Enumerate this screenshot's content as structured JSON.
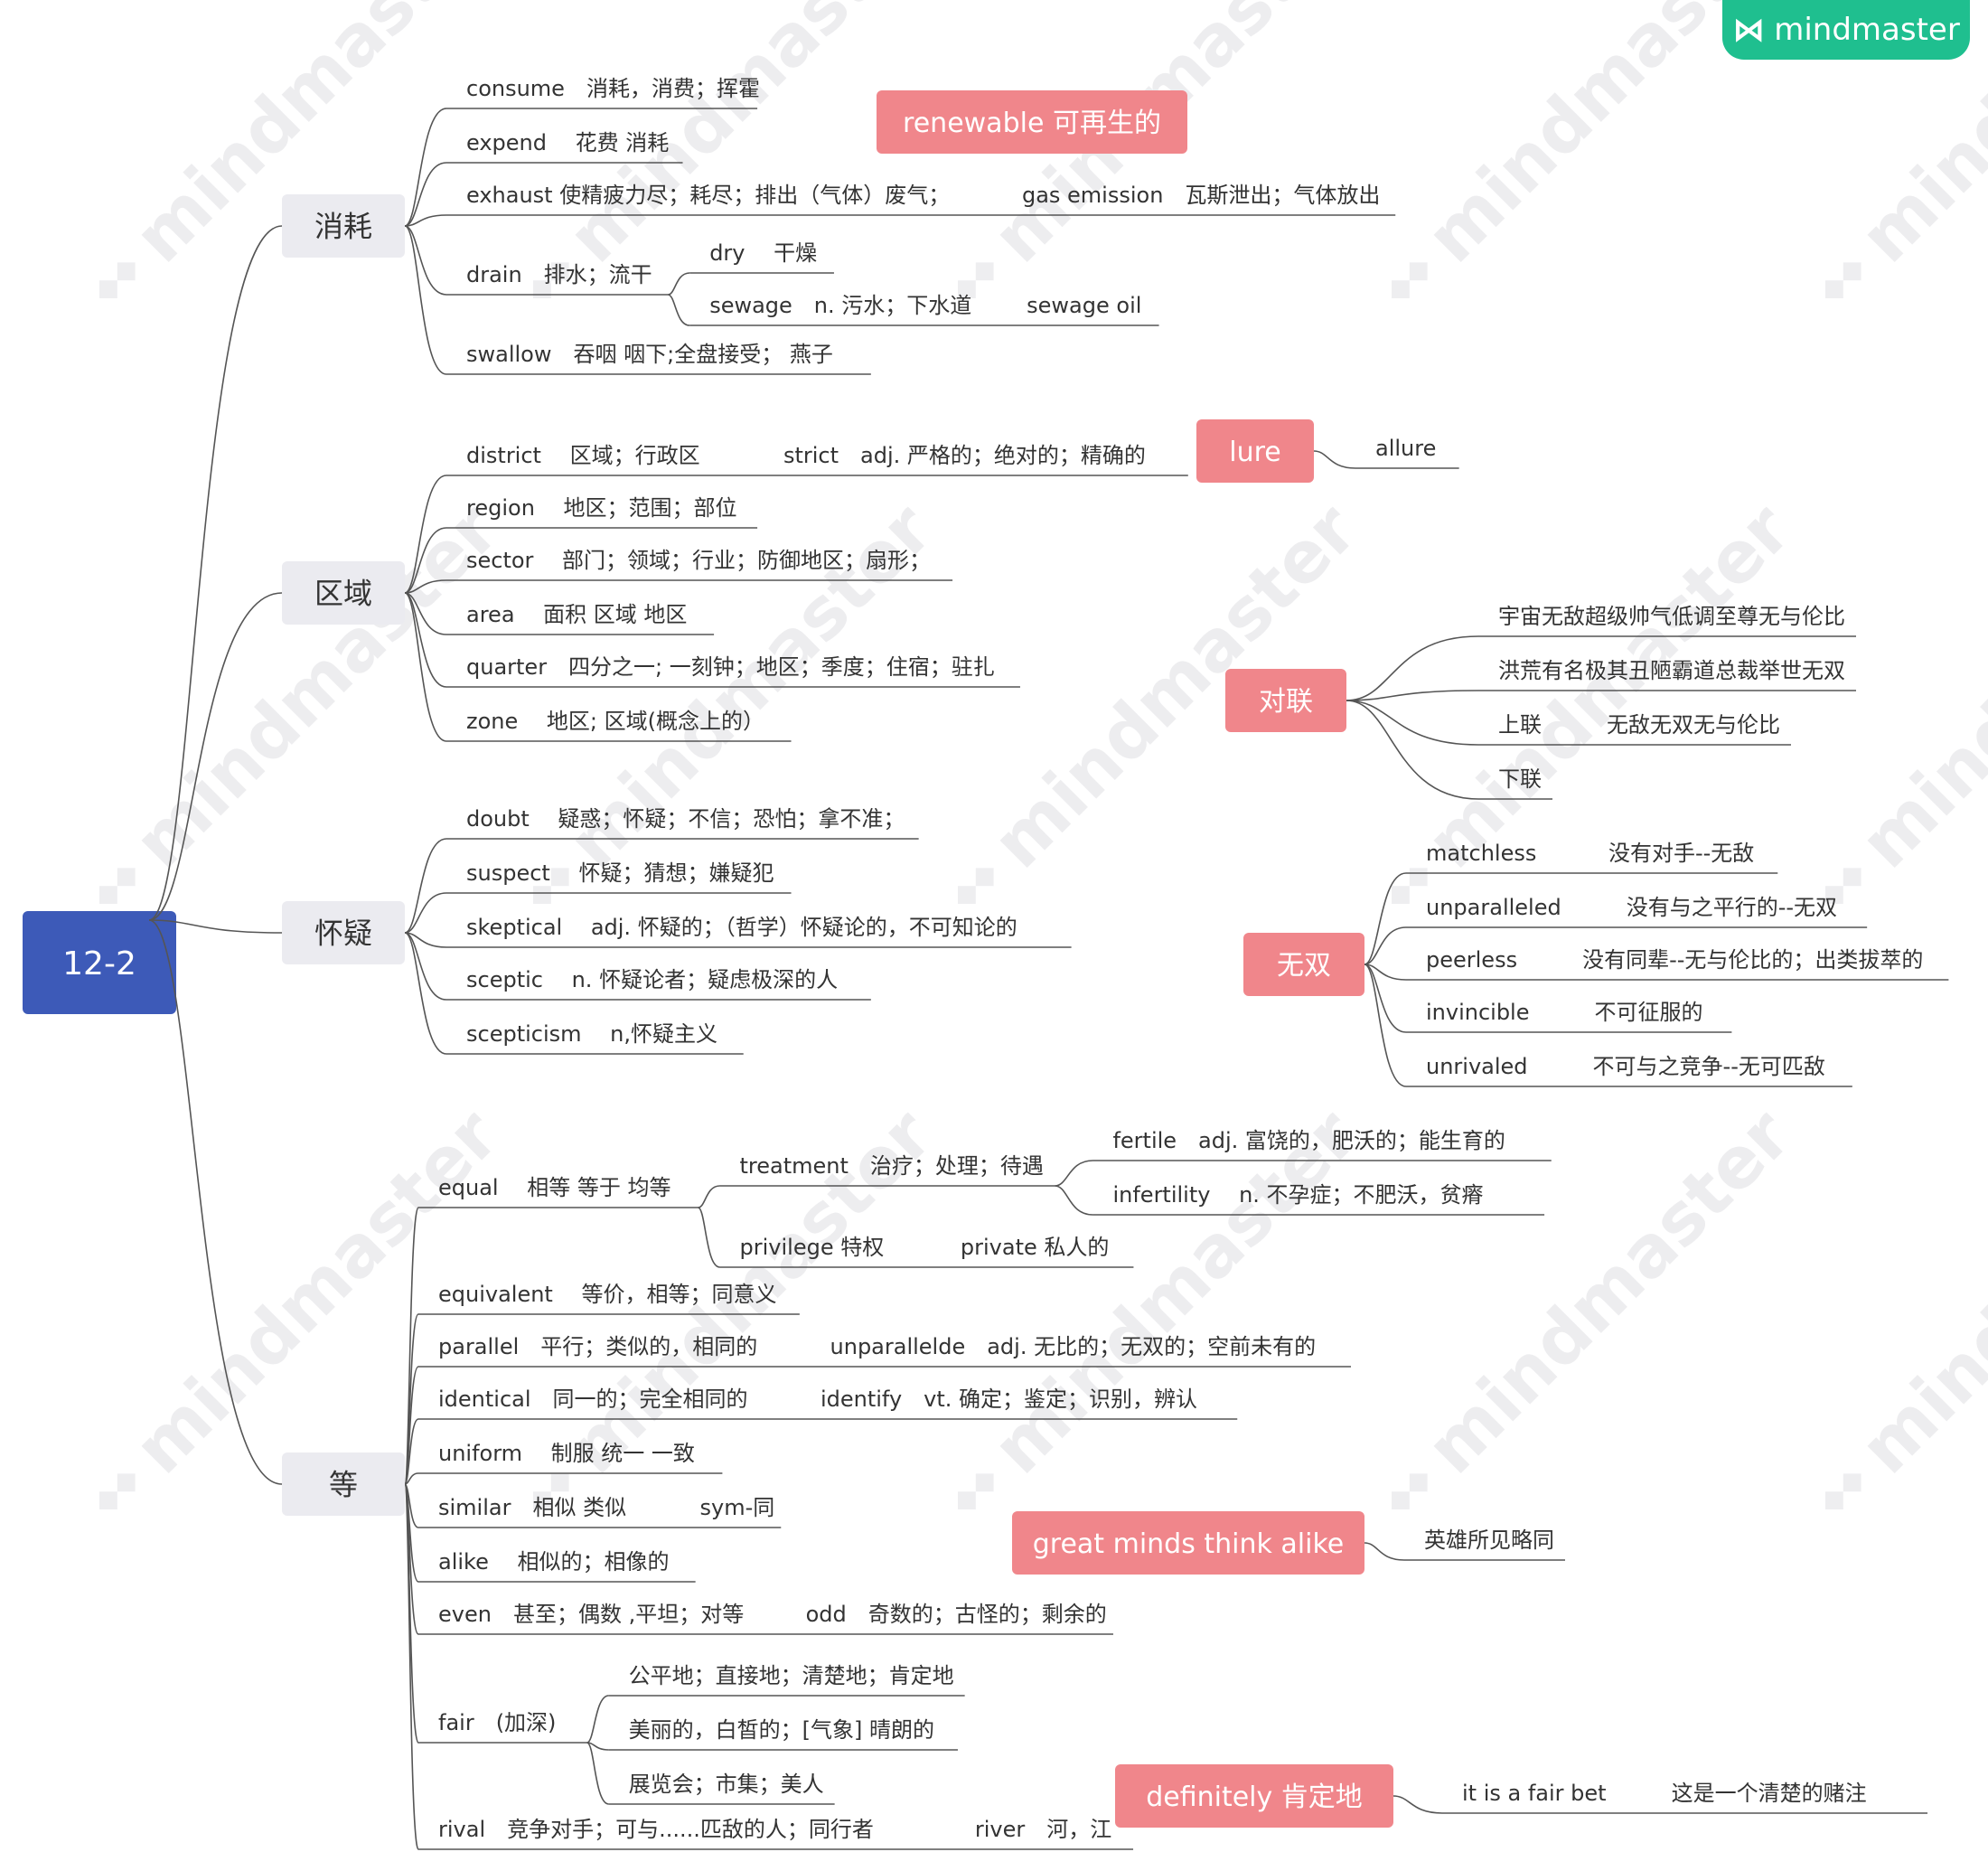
{
  "brand": {
    "name": "mindmaster",
    "watermark": "mindmaster"
  },
  "root": {
    "label": "12-2"
  },
  "branches": [
    {
      "label": "消耗",
      "items": [
        {
          "label": "consume　消耗，消费；挥霍"
        },
        {
          "label": "expend　 花费 消耗"
        },
        {
          "label": "exhaust  使精疲力尽；耗尽；排出（气体）废气；",
          "extra": "gas emission　瓦斯泄出；气体放出"
        },
        {
          "label": "drain　排水；流干",
          "children": [
            {
              "label": "dry　 干燥"
            },
            {
              "label": "sewage　n. 污水；下水道",
              "extra": "sewage oil"
            }
          ]
        },
        {
          "label": "swallow　吞咽 咽下;全盘接受；  燕子"
        }
      ]
    },
    {
      "label": "区域",
      "items": [
        {
          "label": "district　 区域；行政区",
          "extra": "strict　adj. 严格的；绝对的；精确的"
        },
        {
          "label": "region　 地区；范围；部位"
        },
        {
          "label": "sector　 部门；领域；行业；防御地区；扇形；"
        },
        {
          "label": "area　 面积 区域 地区"
        },
        {
          "label": "quarter　四分之一; 一刻钟；地区；季度；住宿；驻扎"
        },
        {
          "label": "zone　 地区; 区域(概念上的）"
        }
      ]
    },
    {
      "label": "怀疑",
      "items": [
        {
          "label": "doubt　 疑惑；怀疑；不信；恐怕；拿不准；"
        },
        {
          "label": "suspect　 怀疑；猜想；嫌疑犯"
        },
        {
          "label": "skeptical　 adj. 怀疑的；（哲学）怀疑论的，不可知论的"
        },
        {
          "label": "sceptic　 n. 怀疑论者；疑虑极深的人"
        },
        {
          "label": "scepticism　 n,怀疑主义"
        }
      ]
    },
    {
      "label": "等",
      "items": [
        {
          "label": "equal　 相等 等于 均等",
          "children": [
            {
              "label": "treatment　治疗；处理；待遇",
              "children": [
                {
                  "label": "fertile　adj. 富饶的，肥沃的；能生育的"
                },
                {
                  "label": "infertility　 n. 不孕症；不肥沃，贫瘠"
                }
              ]
            },
            {
              "label": "privilege 特权",
              "extra": "private 私人的"
            }
          ]
        },
        {
          "label": "equivalent　 等价，相等；同意义"
        },
        {
          "label": "parallel　平行；类似的，相同的",
          "extra": "unparallelde　adj. 无比的；无双的；空前未有的"
        },
        {
          "label": "identical　同一的；完全相同的",
          "extra": "identify　vt. 确定；鉴定；识别，辨认"
        },
        {
          "label": "uniform　 制服 统一 一致"
        },
        {
          "label": "similar　相似 类似",
          "extra": "sym-同"
        },
        {
          "label": "alike　 相似的；相像的"
        },
        {
          "label": "even　甚至；偶数 ,平坦；对等",
          "extra": "odd　奇数的；古怪的；剩余的"
        },
        {
          "label": "fair　(加深)",
          "children": [
            {
              "label": "公平地；直接地；清楚地；肯定地"
            },
            {
              "label": "美丽的，白皙的；[气象] 晴朗的"
            },
            {
              "label": "展览会；市集；美人"
            }
          ]
        },
        {
          "label": "rival　竞争对手；可与......匹敌的人；同行者",
          "extra": "river　河，江"
        }
      ]
    }
  ],
  "floating": [
    {
      "label": "renewable 可再生的",
      "children": []
    },
    {
      "label": "lure",
      "children": [
        {
          "label": "allure"
        }
      ]
    },
    {
      "label": "对联",
      "children": [
        {
          "label": "宇宙无敌超级帅气低调至尊无与伦比"
        },
        {
          "label": "洪荒有名极其丑陋霸道总裁举世无双"
        },
        {
          "label": "上联　　　无敌无双无与伦比"
        },
        {
          "label": "下联"
        }
      ]
    },
    {
      "label": "无双",
      "children": [
        {
          "label": "matchless　　　 没有对手--无敌"
        },
        {
          "label": "unparalleled　　　没有与之平行的--无双"
        },
        {
          "label": "peerless　　　没有同辈--无与伦比的；出类拔萃的"
        },
        {
          "label": "invincible　　　不可征服的"
        },
        {
          "label": "unrivaled　　　不可与之竞争--无可匹敌"
        }
      ]
    },
    {
      "label": "great minds think alike",
      "children": [
        {
          "label": "英雄所见略同"
        }
      ]
    },
    {
      "label": "definitely  肯定地",
      "children": [
        {
          "label": "it is a fair bet　　　这是一个清楚的赌注"
        }
      ]
    }
  ],
  "colors": {
    "root": "#3d5ab8",
    "branch": "#ebebf0",
    "floating": "#f0868b",
    "line": "#555555",
    "text": "#333333",
    "brand": "#1fbf8f"
  },
  "icons": {
    "brand_logo": "mindmaster-logo-icon"
  }
}
